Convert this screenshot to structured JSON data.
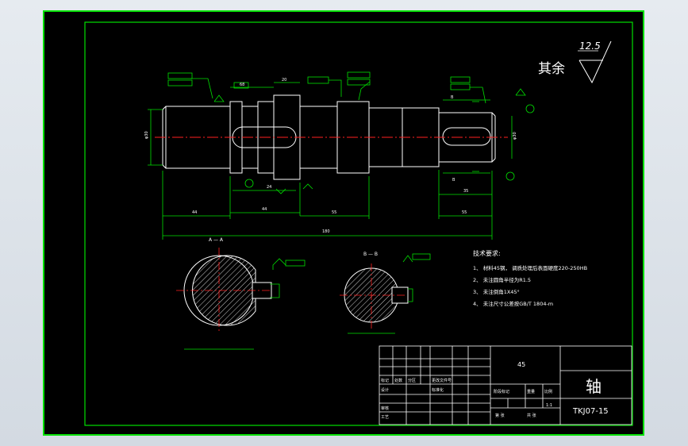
{
  "drawing": {
    "roughness_symbol_value": "12.5",
    "roughness_note": "其余",
    "section_a_label": "A — A",
    "section_b_label": "B — B",
    "tech_title": "技术要求:",
    "tech_items": [
      "1、 材料45钢， 调质处理后表面硬度220-250HB",
      "2、 未注圆角半径为R1.5",
      "3、 未注倒角1X45°",
      "4、 未注尺寸公差按GB/T 1804-m"
    ],
    "title_block": {
      "material": "45",
      "part_name": "轴",
      "drawing_number": "TKJ07-15",
      "scale": "1:1",
      "r_biaoji": "标记",
      "r_chushu": "处数",
      "r_fenqu": "分区",
      "r_genggai": "更改文件号",
      "r_sheji": "设计",
      "r_biaozhunhua": "标准化",
      "r_shenhe": "审核",
      "r_gongyi": "工艺",
      "r_jieduan": "阶段标记",
      "r_zhongliang": "重量",
      "r_bili": "比例",
      "r_gongzhang": "共  张",
      "r_dizhang": "第  张"
    }
  }
}
